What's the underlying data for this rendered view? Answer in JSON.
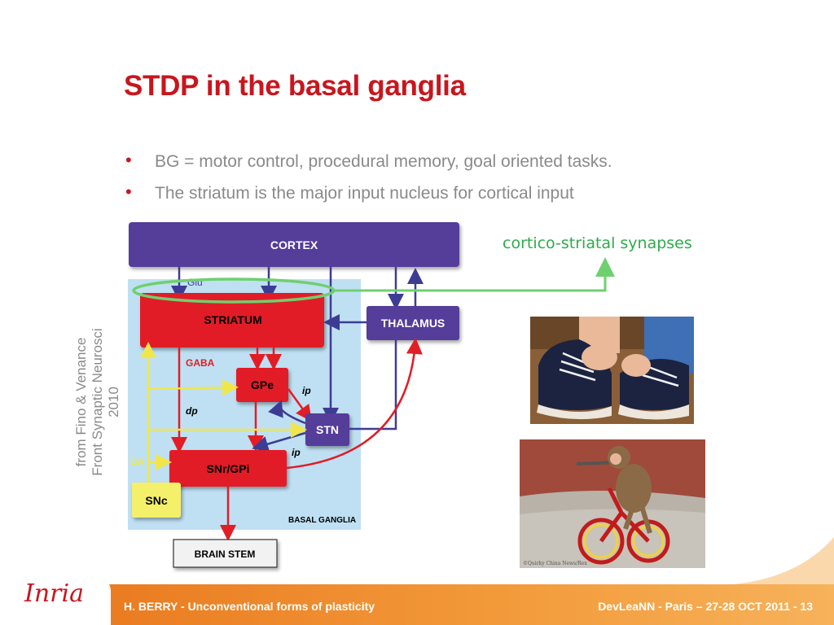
{
  "slide": {
    "title": "STDP in the basal ganglia",
    "bullets": [
      "BG = motor control, procedural memory, goal oriented tasks.",
      "The striatum is the major input nucleus for cortical input"
    ],
    "bullet_symbol": "•",
    "side_credit": [
      "from Fino & Venance",
      "Front Synaptic Neurosci",
      "2010"
    ],
    "callout": "cortico-striatal synapses"
  },
  "diagram": {
    "cortex": "CORTEX",
    "glu": "Glu",
    "striatum": "STRIATUM",
    "thalamus": "THALAMUS",
    "gaba": "GABA",
    "gpe": "GPe",
    "ip1": "ip",
    "dp": "dp",
    "stn": "STN",
    "ip2": "ip",
    "da": "DA",
    "snr": "SNr/GPi",
    "snc": "SNc",
    "basal_ganglia": "BASAL GANGLIA",
    "brain_stem": "BRAIN STEM",
    "colors": {
      "cortex": "#553c9a",
      "red": "#e21d26",
      "yellow": "#f5f06a",
      "bg": "#bfe0f3",
      "green": "#6fd06f"
    }
  },
  "photos": {
    "top": "shoe-lacing-photo",
    "bottom": "monkey-bicycle-photo",
    "watermark": "©Quirky China News/Rex"
  },
  "footer": {
    "logo": "Inria",
    "left": "H. BERRY - Unconventional forms of plasticity",
    "right": "DevLeaNN - Paris – 27-28 OCT 2011 - 13"
  }
}
